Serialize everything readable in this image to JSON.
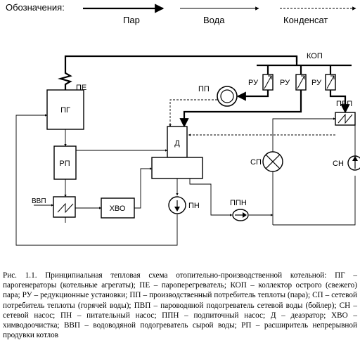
{
  "legend": {
    "title": "Обозначения:",
    "steam": "Пар",
    "water": "Вода",
    "condensate": "Конденсат"
  },
  "labels": {
    "pe": "ПЕ",
    "pg": "ПГ",
    "rp": "РП",
    "vvp": "ВВП",
    "hvo": "ХВО",
    "d": "Д",
    "pn": "ПН",
    "ppn": "ППН",
    "pp": "ПП",
    "kop": "КОП",
    "ru1": "РУ",
    "ru2": "РУ",
    "ru3": "РУ",
    "pvp": "ПВП",
    "sp": "СП",
    "sn": "СН"
  },
  "caption": "Рис. 1.1. Принципиальная тепловая схема отопительно-производственной котельной: ПГ – парогенераторы (котельные агрегаты); ПЕ – пароперегреватель; КОП – коллектор острого (свежего) пара; РУ – редукционные установки; ПП – производственный потребитель теплоты (пара); СП – сетевой потребитель теплоты (горячей воды); ПВП – пароводяной подогреватель сетевой воды (бойлер); СН – сетевой насос; ПН – питательный насос; ППН – подпиточный насос; Д – деаэратор; ХВО – химводоочистка; ВВП – водоводяной подогреватель сырой воды; РП – расширитель непрерывной продувки котлов"
}
